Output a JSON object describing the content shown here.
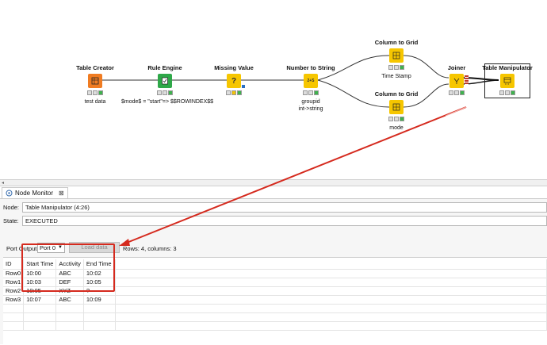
{
  "workflow": {
    "nodes": [
      {
        "id": "table-creator",
        "title": "Table Creator",
        "annotation": "test data",
        "icon": "table-creator-icon",
        "color": "#f07c22",
        "status": "green"
      },
      {
        "id": "rule-engine",
        "title": "Rule Engine",
        "annotation": "$mode$ = \"start\"=> $$ROWINDEX$$",
        "icon": "rule-engine-icon",
        "color": "#2fa849",
        "status": "green"
      },
      {
        "id": "missing-value",
        "title": "Missing Value",
        "annotation": "",
        "icon": "missing-value-icon",
        "color": "#f6c600",
        "status": "warn"
      },
      {
        "id": "number-to-string",
        "title": "Number to String",
        "annotation": "groupid\nint->string",
        "icon": "number-to-string-icon",
        "color": "#f6c600",
        "status": "green"
      },
      {
        "id": "column-to-grid-1",
        "title": "Column to Grid",
        "annotation": "Time Stamp",
        "icon": "column-to-grid-icon",
        "color": "#f6c600",
        "status": "green"
      },
      {
        "id": "column-to-grid-2",
        "title": "Column to Grid",
        "annotation": "mode",
        "icon": "column-to-grid-icon",
        "color": "#f6c600",
        "status": "green"
      },
      {
        "id": "joiner",
        "title": "Joiner",
        "annotation": "",
        "icon": "joiner-icon",
        "color": "#f6c600",
        "status": "green"
      },
      {
        "id": "table-manipulator",
        "title": "Table Manipulator",
        "annotation": "",
        "icon": "table-manipulator-icon",
        "color": "#f6c600",
        "status": "green"
      }
    ],
    "icon_glyphs": {
      "number_to_string": "2+S",
      "missing_value": "?"
    }
  },
  "monitor": {
    "tab_label": "Node Monitor",
    "tab_close": "⊠",
    "node_label": "Node:",
    "node_value": "Table Manipulator  (4:26)",
    "state_label": "State:",
    "state_value": "EXECUTED",
    "port_output_label": "Port Output",
    "port_value": "Port 0",
    "load_button": "Load data",
    "rows_info": "Rows: 4, columns: 3",
    "table": {
      "headers": [
        "ID",
        "Start Time",
        "Acctivity",
        "End Time"
      ],
      "rows": [
        [
          "Row0",
          "10:00",
          "ABC",
          "10:02"
        ],
        [
          "Row1",
          "10:03",
          "DEF",
          "10:05"
        ],
        [
          "Row2",
          "10:05",
          "XYZ",
          "?"
        ],
        [
          "Row3",
          "10:07",
          "ABC",
          "10:09"
        ]
      ]
    }
  },
  "colors": {
    "highlight": "#d52a1e",
    "accent_green": "#3fb24e"
  }
}
